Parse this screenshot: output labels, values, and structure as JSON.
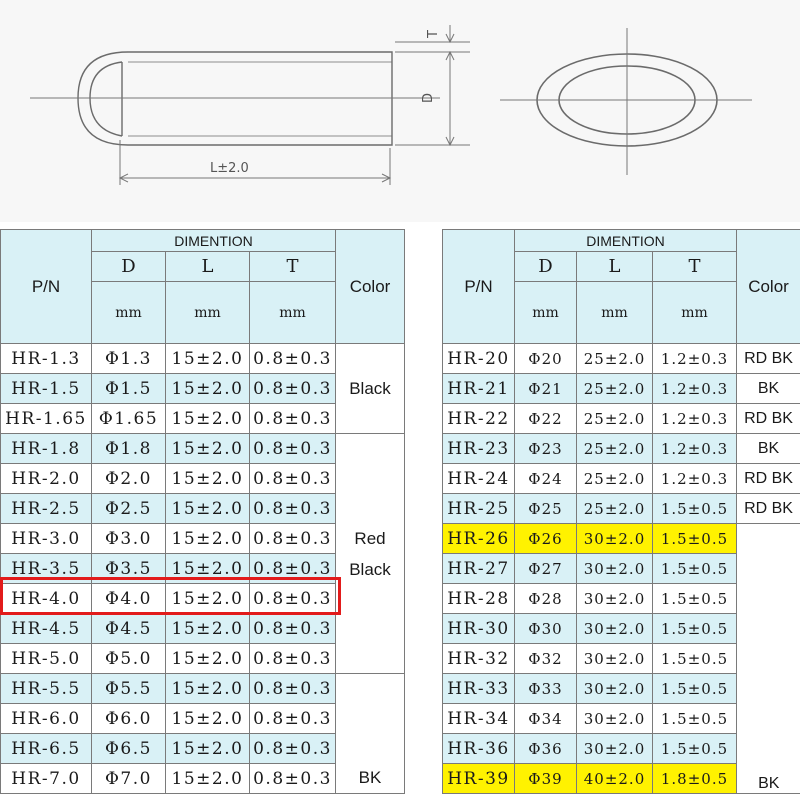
{
  "drawing": {
    "length_label": "L±2.0",
    "diameter_label": "D",
    "thickness_label": "T"
  },
  "table_left": {
    "header": {
      "pn": "P/N",
      "dimention": "DIMENTION",
      "d": "D",
      "l": "L",
      "t": "T",
      "color": "Color",
      "unit_d": "mm",
      "unit_l": "mm",
      "unit_t": "mm"
    },
    "rows": [
      {
        "pn": "HR-1.3",
        "d": "Φ1.3",
        "l": "15±2.0",
        "t": "0.8±0.3",
        "shade": "a"
      },
      {
        "pn": "HR-1.5",
        "d": "Φ1.5",
        "l": "15±2.0",
        "t": "0.8±0.3",
        "shade": "b"
      },
      {
        "pn": "HR-1.65",
        "d": "Φ1.65",
        "l": "15±2.0",
        "t": "0.8±0.3",
        "shade": "a"
      },
      {
        "pn": "HR-1.8",
        "d": "Φ1.8",
        "l": "15±2.0",
        "t": "0.8±0.3",
        "shade": "b"
      },
      {
        "pn": "HR-2.0",
        "d": "Φ2.0",
        "l": "15±2.0",
        "t": "0.8±0.3",
        "shade": "a"
      },
      {
        "pn": "HR-2.5",
        "d": "Φ2.5",
        "l": "15±2.0",
        "t": "0.8±0.3",
        "shade": "b"
      },
      {
        "pn": "HR-3.0",
        "d": "Φ3.0",
        "l": "15±2.0",
        "t": "0.8±0.3",
        "shade": "a"
      },
      {
        "pn": "HR-3.5",
        "d": "Φ3.5",
        "l": "15±2.0",
        "t": "0.8±0.3",
        "shade": "b"
      },
      {
        "pn": "HR-4.0",
        "d": "Φ4.0",
        "l": "15±2.0",
        "t": "0.8±0.3",
        "shade": "a"
      },
      {
        "pn": "HR-4.5",
        "d": "Φ4.5",
        "l": "15±2.0",
        "t": "0.8±0.3",
        "shade": "b"
      },
      {
        "pn": "HR-5.0",
        "d": "Φ5.0",
        "l": "15±2.0",
        "t": "0.8±0.3",
        "shade": "a"
      },
      {
        "pn": "HR-5.5",
        "d": "Φ5.5",
        "l": "15±2.0",
        "t": "0.8±0.3",
        "shade": "b"
      },
      {
        "pn": "HR-6.0",
        "d": "Φ6.0",
        "l": "15±2.0",
        "t": "0.8±0.3",
        "shade": "a"
      },
      {
        "pn": "HR-6.5",
        "d": "Φ6.5",
        "l": "15±2.0",
        "t": "0.8±0.3",
        "shade": "b"
      },
      {
        "pn": "HR-7.0",
        "d": "Φ7.0",
        "l": "15±2.0",
        "t": "0.8±0.3",
        "shade": "a"
      }
    ],
    "color_groups": [
      {
        "label": "Black",
        "rows": 3
      },
      {
        "label": "Red Black",
        "rows": 8
      },
      {
        "label": "BK",
        "rows": 4
      }
    ],
    "highlighted_pn": "HR-4.0"
  },
  "table_right": {
    "header": {
      "pn": "P/N",
      "dimention": "DIMENTION",
      "d": "D",
      "l": "L",
      "t": "T",
      "color": "Color",
      "unit_d": "mm",
      "unit_l": "mm",
      "unit_t": "mm"
    },
    "rows": [
      {
        "pn": "HR-20",
        "d": "Φ20",
        "l": "25±2.0",
        "t": "1.2±0.3",
        "shade": "a",
        "color": "RD BK"
      },
      {
        "pn": "HR-21",
        "d": "Φ21",
        "l": "25±2.0",
        "t": "1.2±0.3",
        "shade": "b",
        "color": "BK"
      },
      {
        "pn": "HR-22",
        "d": "Φ22",
        "l": "25±2.0",
        "t": "1.2±0.3",
        "shade": "a",
        "color": "RD BK"
      },
      {
        "pn": "HR-23",
        "d": "Φ23",
        "l": "25±2.0",
        "t": "1.2±0.3",
        "shade": "b",
        "color": "BK"
      },
      {
        "pn": "HR-24",
        "d": "Φ24",
        "l": "25±2.0",
        "t": "1.2±0.3",
        "shade": "a",
        "color": "RD BK"
      },
      {
        "pn": "HR-25",
        "d": "Φ25",
        "l": "25±2.0",
        "t": "1.5±0.5",
        "shade": "b",
        "color": "RD BK"
      },
      {
        "pn": "HR-26",
        "d": "Φ26",
        "l": "30±2.0",
        "t": "1.5±0.5",
        "shade": "y",
        "color": ""
      },
      {
        "pn": "HR-27",
        "d": "Φ27",
        "l": "30±2.0",
        "t": "1.5±0.5",
        "shade": "b",
        "color": ""
      },
      {
        "pn": "HR-28",
        "d": "Φ28",
        "l": "30±2.0",
        "t": "1.5±0.5",
        "shade": "a",
        "color": ""
      },
      {
        "pn": "HR-30",
        "d": "Φ30",
        "l": "30±2.0",
        "t": "1.5±0.5",
        "shade": "b",
        "color": ""
      },
      {
        "pn": "HR-32",
        "d": "Φ32",
        "l": "30±2.0",
        "t": "1.5±0.5",
        "shade": "a",
        "color": ""
      },
      {
        "pn": "HR-33",
        "d": "Φ33",
        "l": "30±2.0",
        "t": "1.5±0.5",
        "shade": "b",
        "color": ""
      },
      {
        "pn": "HR-34",
        "d": "Φ34",
        "l": "30±2.0",
        "t": "1.5±0.5",
        "shade": "a",
        "color": ""
      },
      {
        "pn": "HR-36",
        "d": "Φ36",
        "l": "30±2.0",
        "t": "1.5±0.5",
        "shade": "b",
        "color": ""
      },
      {
        "pn": "HR-39",
        "d": "Φ39",
        "l": "40±2.0",
        "t": "1.8±0.5",
        "shade": "y",
        "color": ""
      }
    ],
    "bottom_color": "BK"
  },
  "colors": {
    "header_bg": "#d9f1f6",
    "row_alt_bg": "#d9f1f6",
    "highlight_yellow": "#fff200",
    "highlight_border": "#e21b1b"
  }
}
